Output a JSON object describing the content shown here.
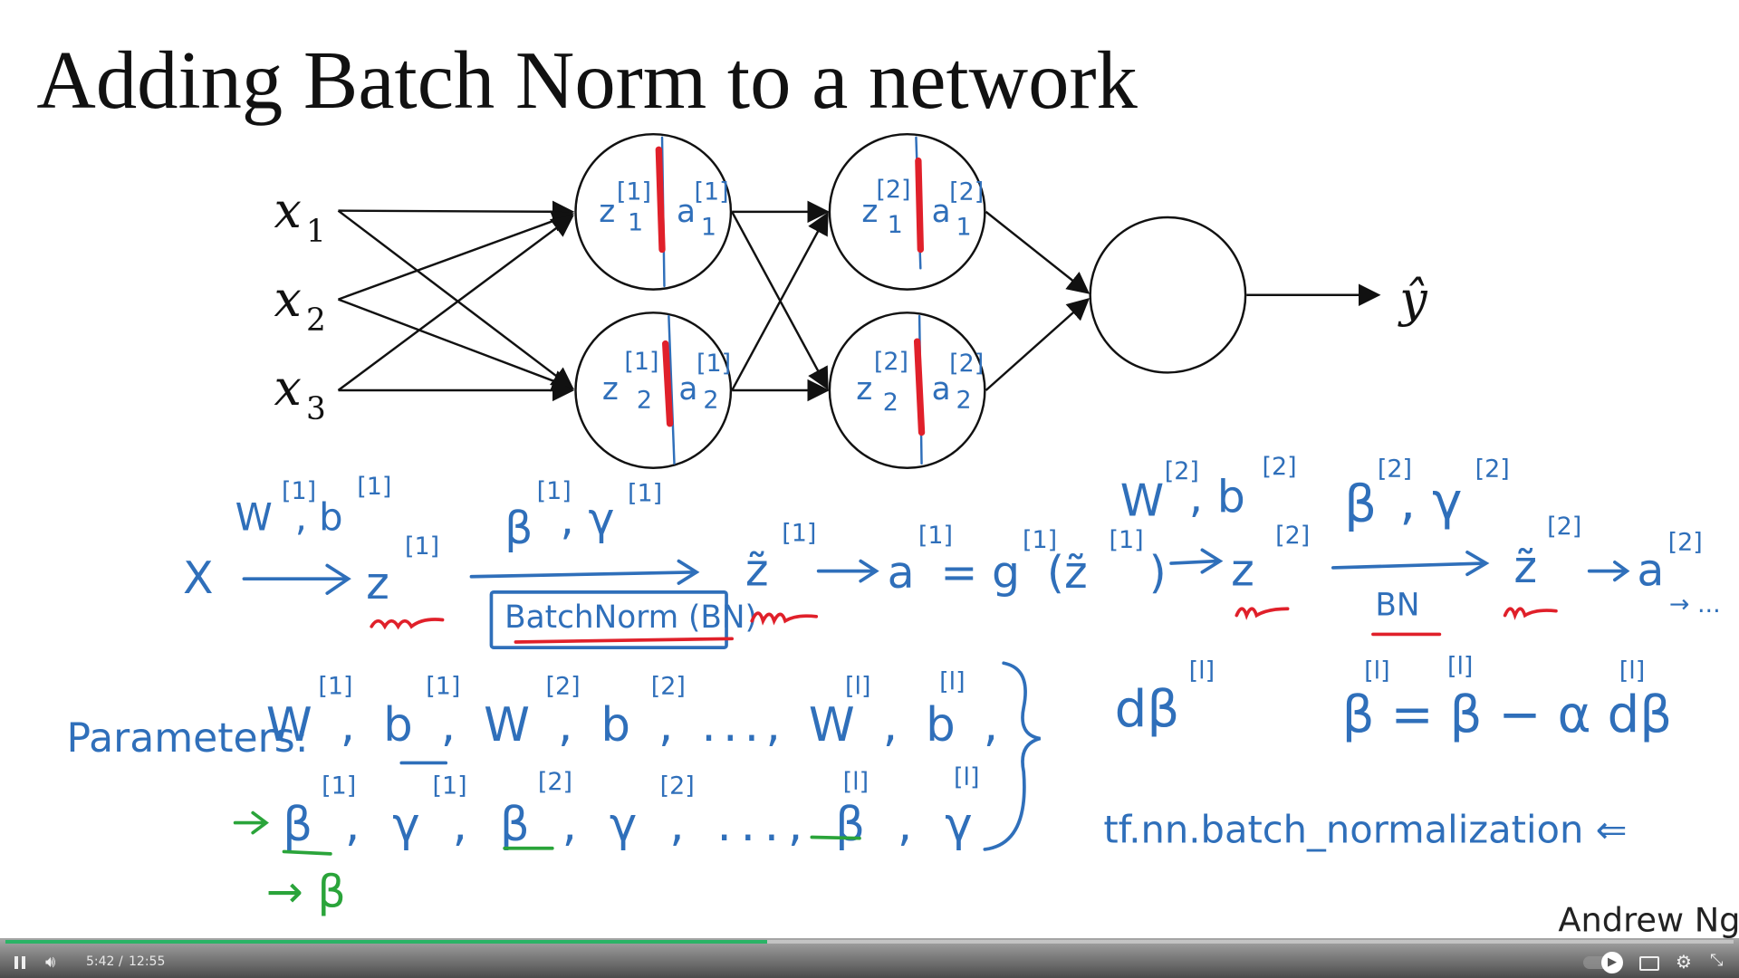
{
  "slide": {
    "title": "Adding Batch Norm to a network",
    "inputs": [
      {
        "base": "x",
        "sub": "1"
      },
      {
        "base": "x",
        "sub": "2"
      },
      {
        "base": "x",
        "sub": "3"
      }
    ],
    "neurons": [
      {
        "z": "z",
        "zsup": "[1]",
        "zsub": "1",
        "a": "a",
        "asup": "[1]",
        "asub": "1"
      },
      {
        "z": "z",
        "zsup": "[1]",
        "zsub": "2",
        "a": "a",
        "asup": "[1]",
        "asub": "2"
      },
      {
        "z": "z",
        "zsup": "[2]",
        "zsub": "1",
        "a": "a",
        "asup": "[2]",
        "asub": "1"
      },
      {
        "z": "z",
        "zsup": "[2]",
        "zsub": "2",
        "a": "a",
        "asup": "[2]",
        "asub": "2"
      }
    ],
    "output": "ŷ",
    "flow": {
      "x": "X",
      "w1b1": "W",
      "w1b1_sup": "[1]",
      "b1": ", b",
      "b1_sup": "[1]",
      "z1": "z",
      "z1_sup": "[1]",
      "beta1": "β",
      "beta1_sup": "[1]",
      "gamma1": ", γ",
      "gamma1_sup": "[1]",
      "batchnorm_box": "BatchNorm (BN)",
      "zt1": "z̃",
      "zt1_sup": "[1]",
      "a1": "a",
      "a1_sup": "[1]",
      "a1_eq": "= g",
      "g_sup": "[1]",
      "a1_arg": "(z̃",
      "a1_arg_sup": "[1]",
      "a1_close": ")",
      "w2": "W",
      "w2_sup": "[2]",
      "b2": ", b",
      "b2_sup": "[2]",
      "z2": "z",
      "z2_sup": "[2]",
      "beta2": "β",
      "beta2_sup": "[2]",
      "gamma2": ", γ",
      "gamma2_sup": "[2]",
      "bn": "BN",
      "zt2": "z̃",
      "zt2_sup": "[2]",
      "a2": "a",
      "a2_sup": "[2]",
      "ellipsis": "→ ..."
    },
    "params": {
      "label": "Parameters:",
      "row1": "W , b , W , b , ..., W , b ,",
      "row1_sups": [
        "[1]",
        "[1]",
        "[2]",
        "[2]",
        "[l]",
        "[l]"
      ],
      "row2": "β , γ , β , γ , ..., β , γ",
      "row2_sups": [
        "[1]",
        "[1]",
        "[2]",
        "[2]",
        "[l]",
        "[l]"
      ],
      "dbeta": "dβ",
      "dbeta_sup": "[l]",
      "update": "β  = β  − α dβ",
      "update_sups": [
        "[l]",
        "[l]",
        "[l]"
      ],
      "tf": "tf.nn.batch_normalization  ⇐",
      "beta_note": "→ β"
    },
    "signature": "Andrew Ng"
  },
  "player": {
    "current_time": "5:42",
    "separator": "/",
    "duration": "12:55",
    "progress_percent": 44.1,
    "accent": "#2bb366"
  }
}
